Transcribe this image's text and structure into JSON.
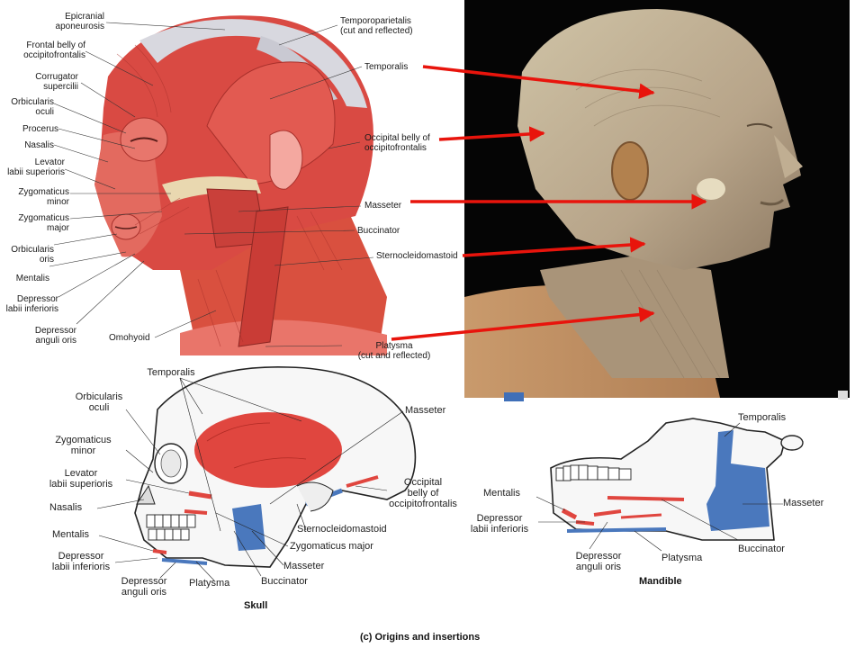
{
  "illustration": {
    "left_labels": [
      "Epicranial\naponeurosis",
      "Frontal belly of\noccipitofrontalis",
      "Corrugator\nsupercilii",
      "Orbicularis\noculi",
      "Procerus",
      "Nasalis",
      "Levator\nlabii superioris",
      "Zygomaticus\nminor",
      "Zygomaticus\nmajor",
      "Orbicularis\noris",
      "Mentalis",
      "Depressor\nlabii inferioris",
      "Depressor\nanguli oris"
    ],
    "right_labels": [
      "Temporoparietalis\n(cut and reflected)",
      "Temporalis",
      "Occipital belly of\noccipitofrontalis",
      "Masseter",
      "Buccinator",
      "Sternocleidomastoid",
      "Platysma\n(cut and reflected)"
    ],
    "bottom_label": "Omohyoid"
  },
  "skull": {
    "labels": [
      "Temporalis",
      "Masseter",
      "Orbicularis\noculi",
      "Zygomaticus\nminor",
      "Levator\nlabii superioris",
      "Nasalis",
      "Mentalis",
      "Depressor\nlabii inferioris",
      "Depressor\nanguli oris",
      "Platysma",
      "Buccinator",
      "Masseter",
      "Zygomaticus major",
      "Sternocleidomastoid",
      "Occipital\nbelly of\noccipitofrontalis"
    ],
    "caption": "Skull"
  },
  "mandible": {
    "labels": [
      "Temporalis",
      "Mentalis",
      "Masseter",
      "Depressor\nlabii inferioris",
      "Depressor\nanguli oris",
      "Platysma",
      "Buccinator"
    ],
    "caption": "Mandible"
  },
  "figure_caption": "(c) Origins and insertions",
  "colors": {
    "muscle": "#d94a43",
    "origin_red": "#e0463f",
    "insertion_blue": "#4a78bd",
    "arrow": "#e8140c"
  }
}
